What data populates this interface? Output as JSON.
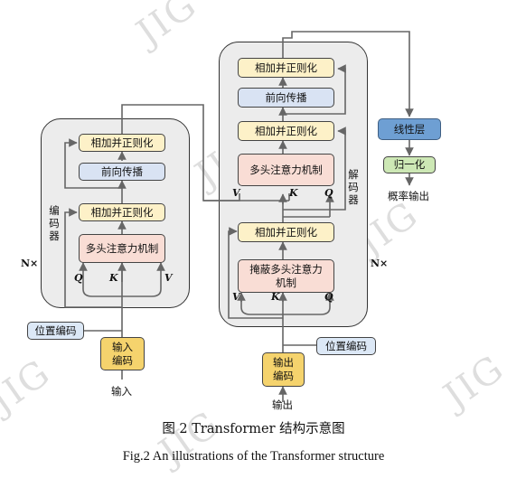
{
  "encoder": {
    "side_label": "编\n码\n器",
    "repeat_label": "N×",
    "addnorm_top": "相加并正则化",
    "feedforward": "前向传播",
    "addnorm_bottom": "相加并正则化",
    "attention": "多头注意力机制",
    "q": "Q",
    "k": "K",
    "v": "V",
    "position_encoding": "位置编码",
    "input_embedding": "输入\n编码",
    "input": "输入"
  },
  "decoder": {
    "side_label": "解\n码\n器",
    "repeat_label": "N×",
    "addnorm_top": "相加并正则化",
    "feedforward": "前向传播",
    "addnorm_middle": "相加并正则化",
    "cross_attention": "多头注意力机制",
    "addnorm_bottom": "相加并正则化",
    "masked_attention": "掩蔽多头注意力\n机制",
    "v_top": "V",
    "k_top": "K",
    "q_top": "Q",
    "v": "V",
    "k": "K",
    "q": "Q",
    "position_encoding": "位置编码",
    "output_embedding": "输出\n编码",
    "output": "输出"
  },
  "head": {
    "linear": "线性层",
    "softmax": "归一化",
    "probabilities": "概率输出"
  },
  "watermark": "JIG",
  "caption": {
    "zh": "图 2 Transformer 结构示意图",
    "en": "Fig.2 An illustrations of the Transformer structure"
  }
}
